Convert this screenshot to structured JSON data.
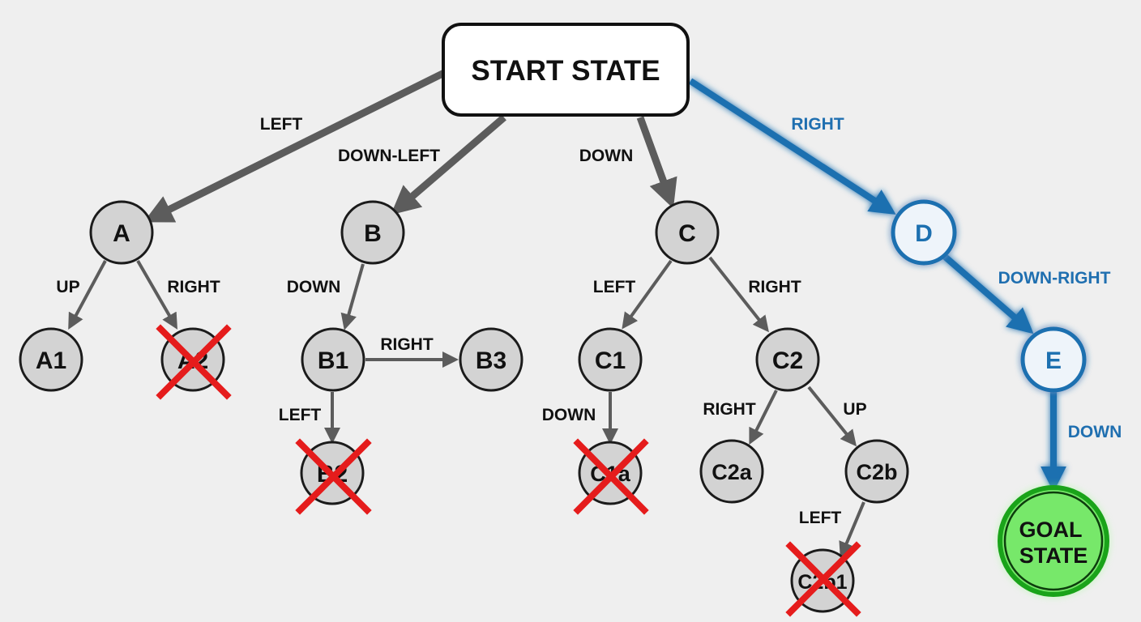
{
  "nodes": {
    "start": "START STATE",
    "a": "A",
    "b": "B",
    "c": "C",
    "d": "D",
    "e": "E",
    "a1": "A1",
    "a2": "A2",
    "b1": "B1",
    "b2": "B2",
    "b3": "B3",
    "c1": "C1",
    "c1a": "C1a",
    "c2": "C2",
    "c2a": "C2a",
    "c2b": "C2b",
    "c2b1": "C2b1",
    "goal": [
      "GOAL",
      "STATE"
    ]
  },
  "edges": {
    "start_a": "LEFT",
    "start_b": "DOWN-LEFT",
    "start_c": "DOWN",
    "start_d": "RIGHT",
    "d_e": "DOWN-RIGHT",
    "e_goal": "DOWN",
    "a_a1": "UP",
    "a_a2": "RIGHT",
    "b_b1": "DOWN",
    "b1_b3": "RIGHT",
    "b1_b2": "LEFT",
    "c_c1": "LEFT",
    "c_c2": "RIGHT",
    "c1_c1a": "DOWN",
    "c2_c2a": "RIGHT",
    "c2_c2b": "UP",
    "c2b_c2b1": "LEFT"
  },
  "pruned_nodes": [
    "a2",
    "b2",
    "c1a",
    "c2b1"
  ],
  "solution_path": [
    "start",
    "d",
    "e",
    "goal"
  ],
  "colors": {
    "background": "#efefef",
    "node_fill": "#d3d3d3",
    "edge": "#5c5c5c",
    "path": "#1f6fb0",
    "path_glow": "#66b6ff",
    "goal_fill": "#77e86a",
    "goal_border": "#1aa31a",
    "prune_mark": "#e51c1c"
  }
}
